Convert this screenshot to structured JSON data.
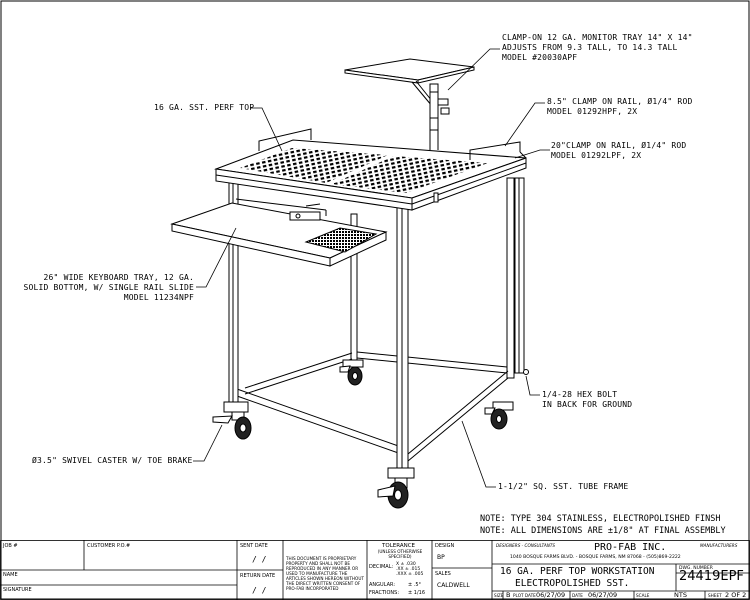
{
  "callouts": {
    "monitor_tray": [
      "CLAMP-ON 12 GA. MONITOR TRAY 14\" X 14\"",
      "ADJUSTS FROM 9.3 TALL, TO 14.3 TALL",
      "MODEL #20030APF"
    ],
    "perf_top": "16 GA. SST. PERF TOP",
    "clamp_85": [
      "8.5\" CLAMP ON RAIL, ø1/4\" ROD",
      "MODEL 01292HPF, 2X"
    ],
    "clamp_20": [
      "20\"CLAMP ON RAIL, ø1/4\" ROD",
      "MODEL 01292LPF, 2X"
    ],
    "keyboard_tray": [
      "26\" WIDE KEYBOARD TRAY, 12 GA.",
      "SOLID BOTTOM, W/ SINGLE RAIL SLIDE",
      "MODEL 11234NPF"
    ],
    "hex_bolt": [
      "1/4-28 HEX BOLT",
      "IN BACK FOR GROUND"
    ],
    "caster": "ø3.5\" SWIVEL CASTER W/ TOE BRAKE",
    "tube_frame": "1-1/2\" SQ. SST. TUBE FRAME"
  },
  "notes": [
    "NOTE: TYPE 304 STAINLESS, ELECTROPOLISHED FINSH",
    "NOTE: ALL DIMENSIONS ARE ±1/8\" AT FINAL ASSEMBLY"
  ],
  "title_block": {
    "job_label": "JOB #",
    "customer_po_label": "CUSTOMER P.O.#",
    "name_label": "NAME",
    "signature_label": "SIGNATURE",
    "sent_date_label": "SENT DATE",
    "sent_date_value": "/ /",
    "return_date_label": "RETURN DATE",
    "return_date_value": "/ /",
    "proprietary": "THIS DOCUMENT IS PROPRIETARY PROPERTY AND SHALL NOT BE REPRODUCED IN ANY MANNER OR USED TO MANUFACTURE THE ARTICLES SHOWN HEREON WITHOUT THE DIRECT WRITTEN CONSENT OF PRO-FAB INCORPORATED",
    "tolerance_title": "TOLERANCE",
    "tolerance_sub": "(UNLESS OTHERWISE SPECIFIED)",
    "decimal_label": "DECIMAL:",
    "decimal_values": [
      "X   ± .030",
      ".XX  ± .015",
      ".XXX ± .005"
    ],
    "angular_label": "ANGULAR:",
    "angular_value": "± .5°",
    "fractions_label": "FRACTIONS:",
    "fractions_value": "± 1/16",
    "design_label": "DESIGN",
    "design_value": "BP",
    "sales_label": "SALES",
    "sales_value": "CALDWELL",
    "designers_label": "DESIGNERS - CONSULTANTS",
    "manufacturers_label": "MANUFACTURERS",
    "company": "PRO-FAB INC.",
    "address": "1040 BOSQUE FARMS BLVD. - BOSQUE FARMS, NM 87068 - (505)869-2222",
    "drawing_title_1": "16 GA. PERF TOP WORKSTATION",
    "drawing_title_2": "ELECTROPOLISHED SST.",
    "dwg_number_label": "DWG. NUMBER",
    "dwg_number": "24419EPF",
    "size_label": "SIZE",
    "size_value": "B",
    "plot_date_label": "PLOT DATE",
    "plot_date": "06/27/09",
    "date_label": "DATE",
    "date_value": "06/27/09",
    "scale_label": "SCALE",
    "scale_value": "NTS",
    "sheet_label": "SHEET",
    "sheet_value": "2 OF 2"
  }
}
